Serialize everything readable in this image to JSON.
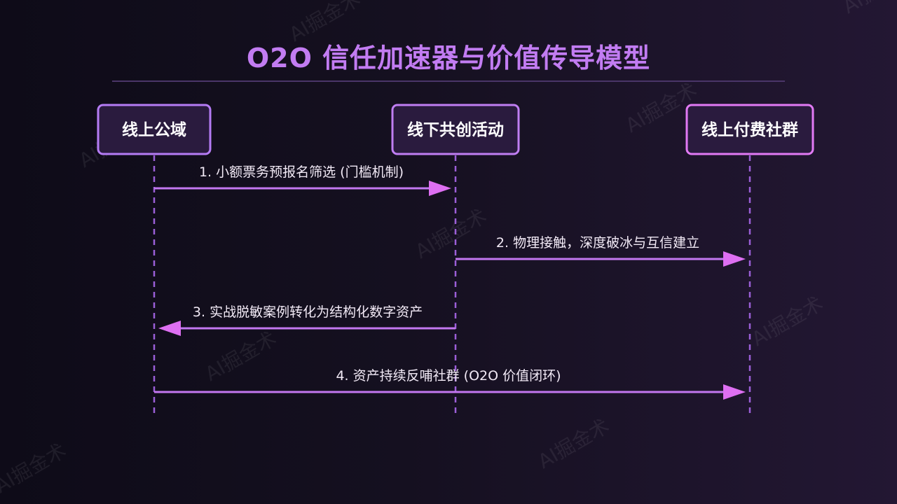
{
  "title": "O2O 信任加速器与价值传导模型",
  "participants": [
    {
      "label": "线上公域",
      "border": "#b57cf5"
    },
    {
      "label": "线下共创活动",
      "border": "#c07ef3"
    },
    {
      "label": "线上付费社群",
      "border": "#e27af5"
    }
  ],
  "messages": [
    {
      "text": "1. 小额票务预报名筛选 (门槛机制)",
      "from": 0,
      "to": 1
    },
    {
      "text": "2. 物理接触，深度破冰与互信建立",
      "from": 1,
      "to": 2
    },
    {
      "text": "3. 实战脱敏案例转化为结构化数字资产",
      "from": 1,
      "to": 0
    },
    {
      "text": "4. 资产持续反哺社群 (O2O 价值闭环)",
      "from": 0,
      "to": 2
    }
  ],
  "watermark": "AI掘金术",
  "colors": {
    "title": "#c27cf2",
    "arrow": "#c377f0",
    "arrow_head": "#de6ff2",
    "lifeline": "#9b5fd8",
    "box_fill": "#2a1b3e"
  }
}
